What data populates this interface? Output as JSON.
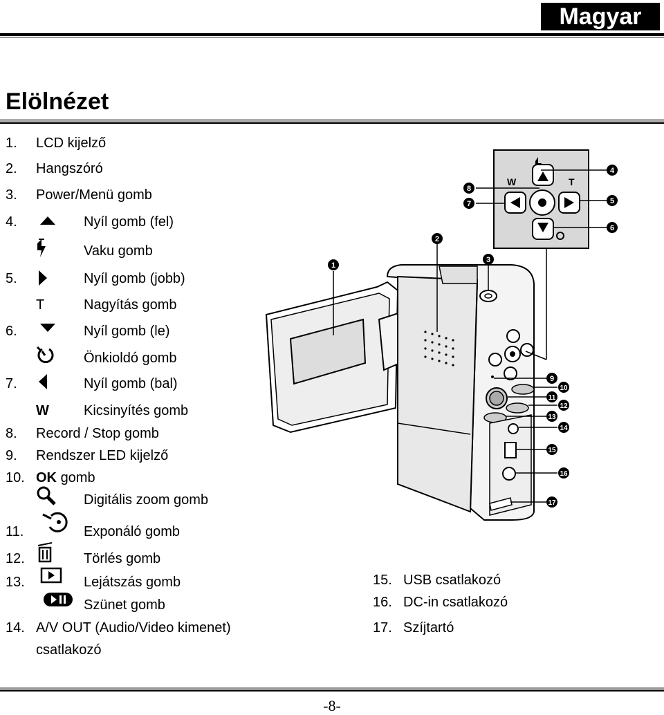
{
  "header": {
    "language": "Magyar"
  },
  "title": "Elölnézet",
  "left_items": [
    {
      "num": "1.",
      "label": "LCD kijelző"
    },
    {
      "num": "2.",
      "label": "Hangszóró"
    },
    {
      "num": "3.",
      "label": "Power/Menü gomb"
    },
    {
      "num": "4.",
      "icon": "arrow-up-icon",
      "label": "Nyíl gomb (fel)"
    },
    {
      "num": "",
      "icon": "flash-icon",
      "label": "Vaku gomb"
    },
    {
      "num": "5.",
      "icon": "arrow-right-icon",
      "label": "Nyíl gomb (jobb)"
    },
    {
      "num": "",
      "glyph": "T",
      "label": "Nagyítás gomb"
    },
    {
      "num": "6.",
      "icon": "arrow-down-icon",
      "label": "Nyíl gomb (le)"
    },
    {
      "num": "",
      "icon": "self-timer-icon",
      "label": "Önkioldó gomb"
    },
    {
      "num": "7.",
      "icon": "arrow-left-icon",
      "label": "Nyíl gomb (bal)"
    },
    {
      "num": "",
      "glyph": "W",
      "label": "Kicsinyítés gomb"
    },
    {
      "num": "8.",
      "label": "Record / Stop gomb"
    },
    {
      "num": "9.",
      "label": "Rendszer LED kijelző"
    },
    {
      "num": "10.",
      "bold": "OK",
      "label": "gomb"
    },
    {
      "num": "",
      "icon": "magnifier-icon",
      "label": "Digitális zoom gomb"
    },
    {
      "num": "11.",
      "icon": "exposure-icon",
      "label": "Exponáló gomb"
    },
    {
      "num": "12.",
      "icon": "trash-icon",
      "label": "Törlés gomb"
    },
    {
      "num": "13.",
      "icon": "play-icon",
      "label": "Lejátszás gomb"
    },
    {
      "num": "",
      "icon": "pause-icon",
      "label": "Szünet gomb"
    },
    {
      "num": "14.",
      "label": "A/V OUT (Audio/Video kimenet)",
      "label2": "csatlakozó"
    }
  ],
  "right_items": [
    {
      "num": "15.",
      "label": "USB csatlakozó"
    },
    {
      "num": "16.",
      "label": "DC-in csatlakozó"
    },
    {
      "num": "17.",
      "label": "Szíjtartó"
    }
  ],
  "diagram": {
    "callouts": [
      "1",
      "2",
      "3",
      "4",
      "5",
      "6",
      "7",
      "8",
      "9",
      "10",
      "11",
      "12",
      "13",
      "14",
      "15",
      "16",
      "17"
    ],
    "pad_letters": {
      "w": "W",
      "t": "T"
    }
  },
  "footer": {
    "page_number": "-8-"
  }
}
